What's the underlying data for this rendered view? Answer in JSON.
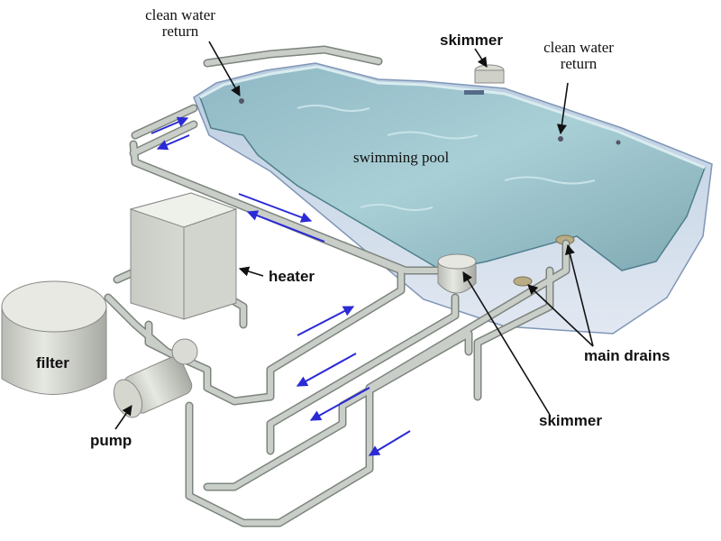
{
  "labels": {
    "clean_return_left_1": "clean water",
    "clean_return_left_2": "return",
    "skimmer_top": "skimmer",
    "clean_return_right_1": "clean water",
    "clean_return_right_2": "return",
    "swimming_pool": "swimming pool",
    "heater": "heater",
    "filter": "filter",
    "main_drains": "main drains",
    "skimmer_bottom": "skimmer",
    "pump": "pump"
  },
  "colors": {
    "water_light": "#a9cfd6",
    "water_dark": "#6f9ea8",
    "pipe": "#c7ccc6",
    "pipe_edge": "#7d847d",
    "equipment": "#d8dbd3",
    "arrow": "#2a2ad6"
  }
}
